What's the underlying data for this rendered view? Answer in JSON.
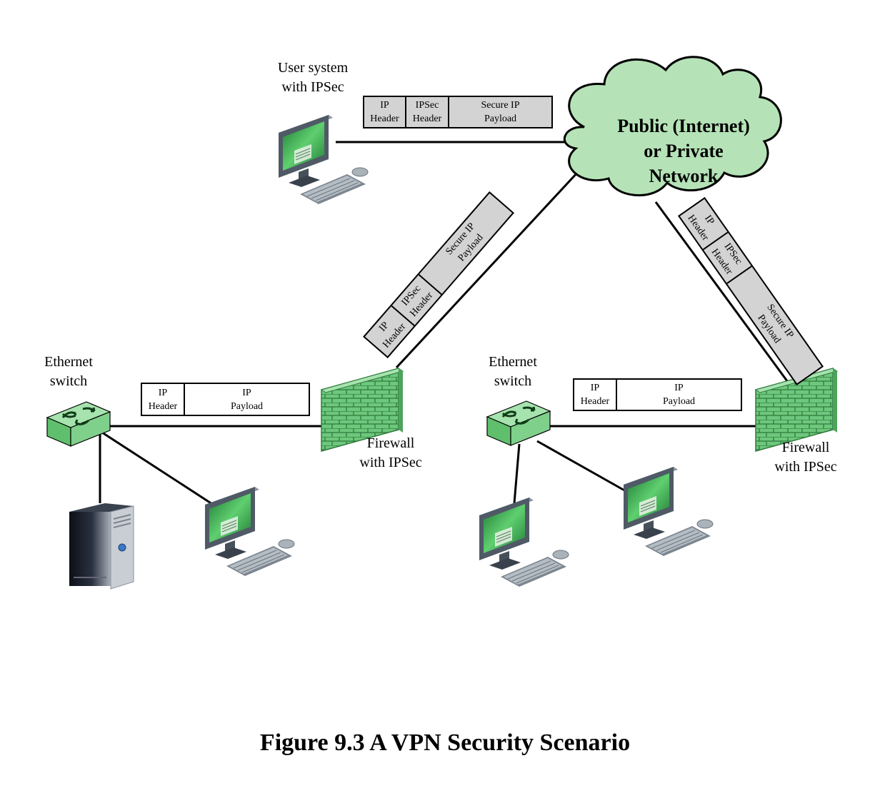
{
  "figure": {
    "caption": "Figure 9.3  A VPN Security Scenario"
  },
  "cloud": {
    "label_line1": "Public (Internet)",
    "label_line2": "or Private",
    "label_line3": "Network",
    "color": "#b5e3b7"
  },
  "labels": {
    "user_system_line1": "User system",
    "user_system_line2": "with IPSec",
    "left_switch_line1": "Ethernet",
    "left_switch_line2": "switch",
    "right_switch_line1": "Ethernet",
    "right_switch_line2": "switch",
    "left_firewall_line1": "Firewall",
    "left_firewall_line2": "with IPSec",
    "right_firewall_line1": "Firewall",
    "right_firewall_line2": "with IPSec"
  },
  "packets": {
    "ipsec_top": {
      "f1": "IP\nHeader",
      "f2": "IPSec\nHeader",
      "f3": "Secure IP\nPayload"
    },
    "ipsec_left": {
      "f1": "IP\nHeader",
      "f2": "IPSec\nHeader",
      "f3": "Secure IP\nPayload"
    },
    "ipsec_right": {
      "f1": "IP\nHeader",
      "f2": "IPSec\nHeader",
      "f3": "Secure IP\nPayload"
    },
    "plain_left": {
      "f1": "IP\nHeader",
      "f2": "IP\nPayload"
    },
    "plain_right": {
      "f1": "IP\nHeader",
      "f2": "IP\nPayload"
    }
  },
  "colors": {
    "secure_packet": "#d3d3d3",
    "plain_packet": "#ffffff",
    "device_green": "#7fcf8a",
    "screen_green": "#2e9e4a"
  },
  "icons": [
    "monitor-icon",
    "keyboard-icon",
    "mouse-icon",
    "switch-icon",
    "firewall-icon",
    "tower-pc-icon",
    "cloud-icon"
  ]
}
